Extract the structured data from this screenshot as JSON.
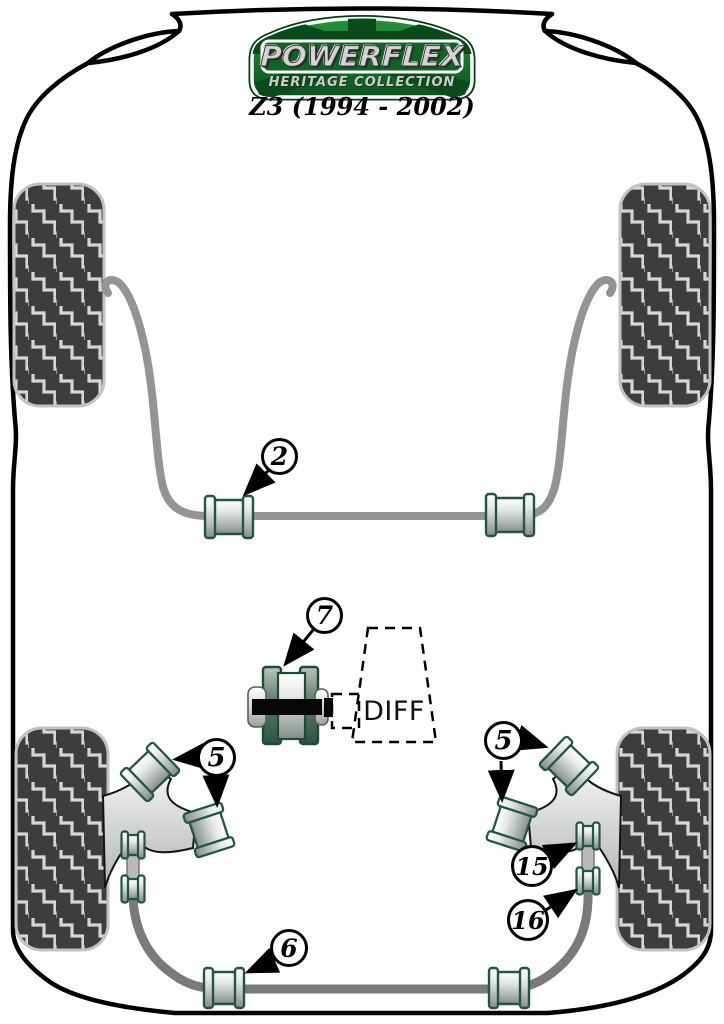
{
  "badge": {
    "brand": "POWERFLEX",
    "collection": "HERITAGE COLLECTION",
    "model": "Z3 (1994 - 2002)"
  },
  "diagram": {
    "diff_label": "DIFF",
    "callouts": [
      {
        "label": "2"
      },
      {
        "label": "7"
      },
      {
        "label": "5"
      },
      {
        "label": "5"
      },
      {
        "label": "15"
      },
      {
        "label": "16"
      },
      {
        "label": "6"
      }
    ],
    "colors": {
      "badge_green": "#15752c",
      "badge_dark_green": "#0b4a1b",
      "bushing_outline_green": "#235444",
      "bar_gray": "#8f8f8f",
      "tire": "#3d3d3d"
    }
  }
}
